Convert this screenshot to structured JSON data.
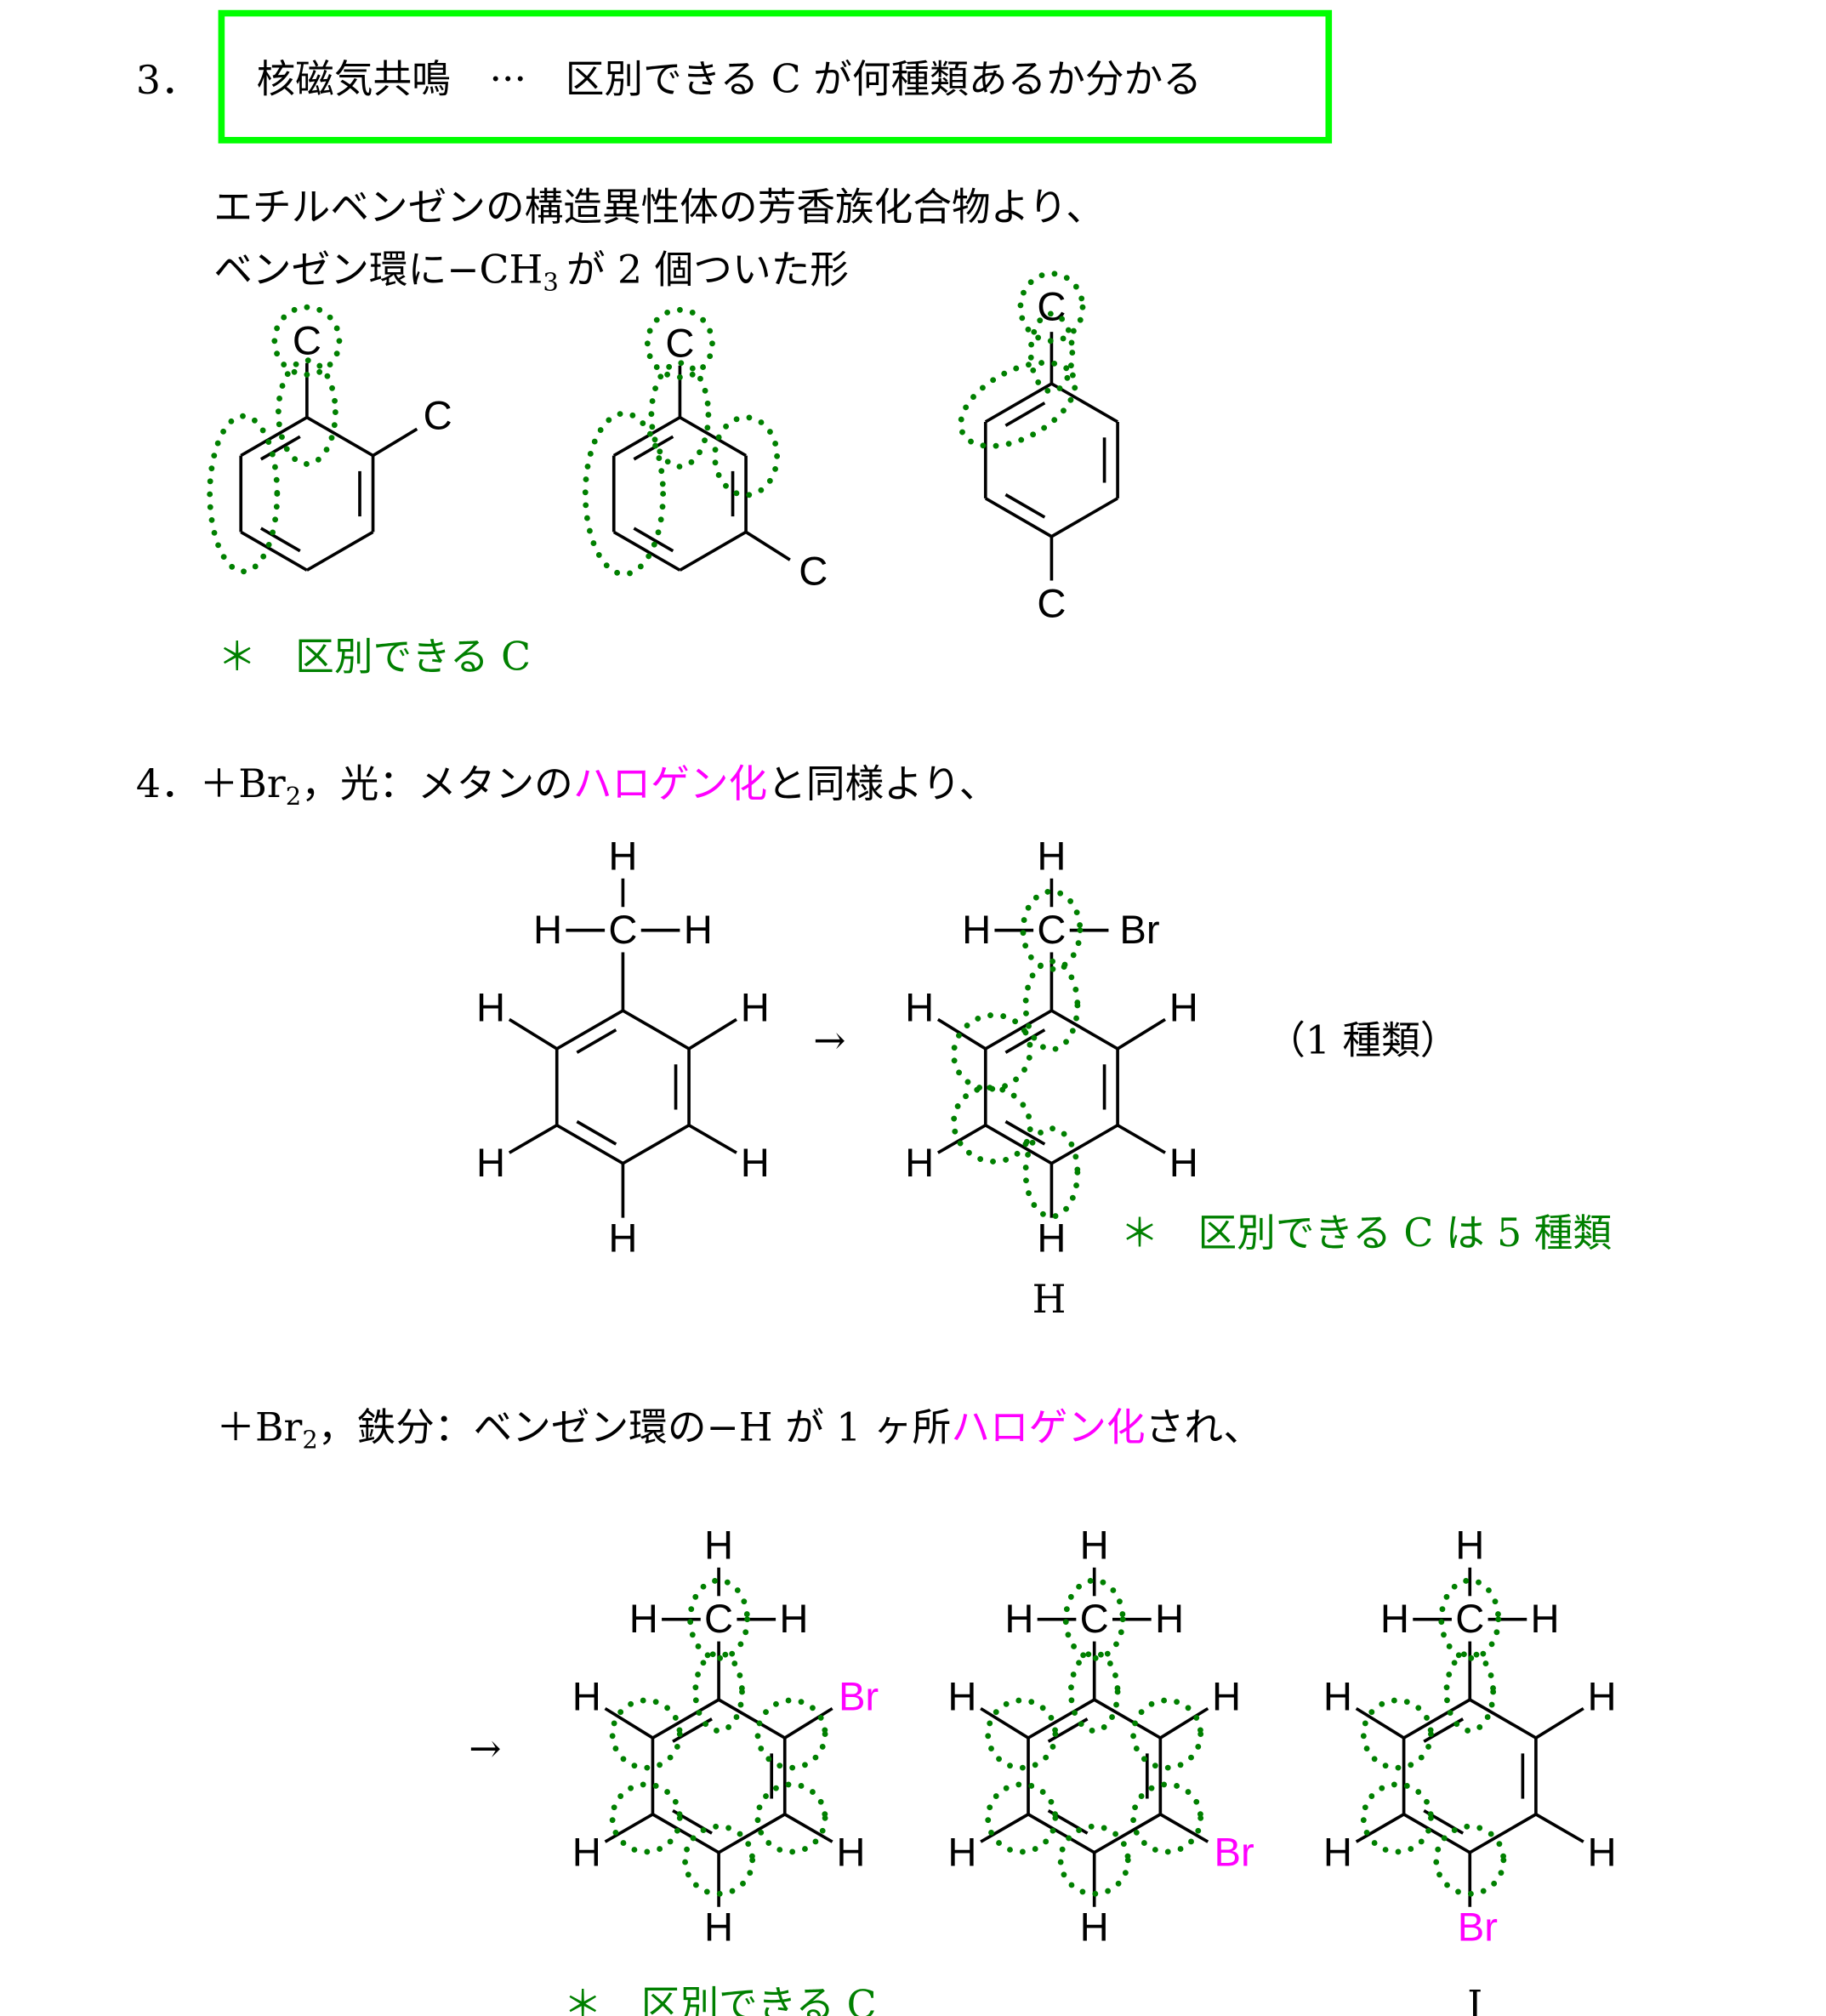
{
  "section3": {
    "number": "3．",
    "box_text": "核磁気共鳴　···　区別できる C が何種類あるか分かる",
    "box_color": "#00ff00",
    "line1": "エチルベンゼンの構造異性体の芳香族化合物より、",
    "line2_a": "ベンゼン環に−CH",
    "line2_sub": "3",
    "line2_b": "が 2 個ついた形",
    "note": "＊　区別できる C",
    "structures": [
      {
        "name": "ortho-xylene",
        "atoms": [
          "C",
          "C"
        ]
      },
      {
        "name": "meta-xylene",
        "atoms": [
          "C",
          "C"
        ]
      },
      {
        "name": "para-xylene",
        "atoms": [
          "C",
          "C"
        ]
      }
    ]
  },
  "section4": {
    "number": "4．",
    "line1": {
      "a": "＋Br",
      "sub": "2",
      "b": "，光：メタンの",
      "highlight": "ハロゲン化",
      "c": "と同様より、"
    },
    "arrow": "→",
    "count_note": "（1 種類）",
    "green_note": "＊　区別できる C は 5 種類",
    "stray_h": "H",
    "line2": {
      "a": "＋Br",
      "sub": "2",
      "b": "，鉄分：ベンゼン環の−H が 1 ヶ所",
      "highlight": "ハロゲン化",
      "c": "され、"
    },
    "arrow2": "→",
    "bottom_note": "＊　区別できる C",
    "bottom_mark": "I",
    "highlight_color": "#ff00ff",
    "note_color": "#008000",
    "toluene": {
      "atoms": [
        "H",
        "H",
        "C",
        "H",
        "H",
        "H",
        "H",
        "H",
        "H"
      ]
    },
    "benzyl_bromide": {
      "atoms": [
        "H",
        "H",
        "C",
        "Br",
        "H",
        "H",
        "H",
        "H",
        "H"
      ]
    },
    "products": [
      {
        "name": "ortho-bromotoluene",
        "atoms": [
          "H",
          "H",
          "C",
          "H",
          "H",
          "Br",
          "H",
          "H",
          "H"
        ]
      },
      {
        "name": "meta-bromotoluene",
        "atoms": [
          "H",
          "H",
          "C",
          "H",
          "H",
          "H",
          "H",
          "Br",
          "H"
        ]
      },
      {
        "name": "para-bromotoluene",
        "atoms": [
          "H",
          "H",
          "C",
          "H",
          "H",
          "H",
          "H",
          "H",
          "Br"
        ]
      }
    ]
  }
}
